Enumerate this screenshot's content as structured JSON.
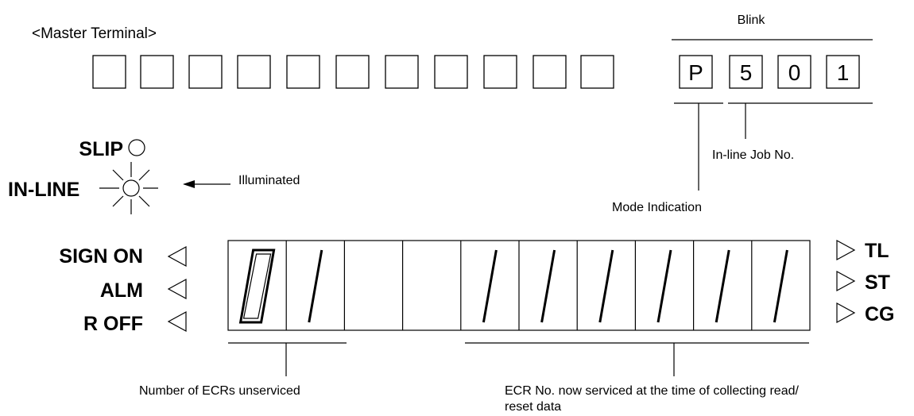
{
  "title": "<Master Terminal>",
  "blink_label": "Blink",
  "terminal_cells": [
    "",
    "",
    "",
    "",
    "",
    "",
    "",
    "",
    "",
    "",
    "",
    "P",
    "5",
    "0",
    "1"
  ],
  "annotations": {
    "job_no": "In-line Job No.",
    "mode": "Mode Indication",
    "illuminated": "Illuminated",
    "unserviced": "Number of ECRs unserviced",
    "ecr_no_line1": "ECR No. now serviced at the time of collecting read/",
    "ecr_no_line2": "reset data"
  },
  "lamps": {
    "slip": "SLIP",
    "inline": "IN-LINE"
  },
  "left_indicators": [
    "SIGN ON",
    "ALM",
    "R OFF"
  ],
  "right_indicators": [
    "TL",
    "ST",
    "CG"
  ],
  "display_digits": [
    "0",
    "1",
    "",
    "",
    "1",
    "1",
    "1",
    "1",
    "1",
    "1"
  ]
}
